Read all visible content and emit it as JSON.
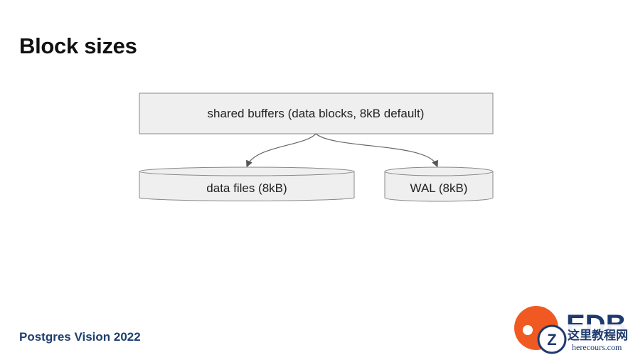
{
  "slide": {
    "title": "Block sizes",
    "footer": "Postgres Vision 2022"
  },
  "diagram": {
    "buffer_label": "shared buffers (data blocks, 8kB default)",
    "data_files_label": "data files (8kB)",
    "wal_label": "WAL (8kB)"
  },
  "logo": {
    "brand": "EDB",
    "watermark_cn": "这里教程网",
    "watermark_url": "herecours.com"
  },
  "colors": {
    "box_fill": "#efefef",
    "box_stroke": "#888888",
    "footer_text": "#1f3f6e",
    "logo_orange": "#f05a22",
    "logo_navy": "#1e3a6e"
  }
}
